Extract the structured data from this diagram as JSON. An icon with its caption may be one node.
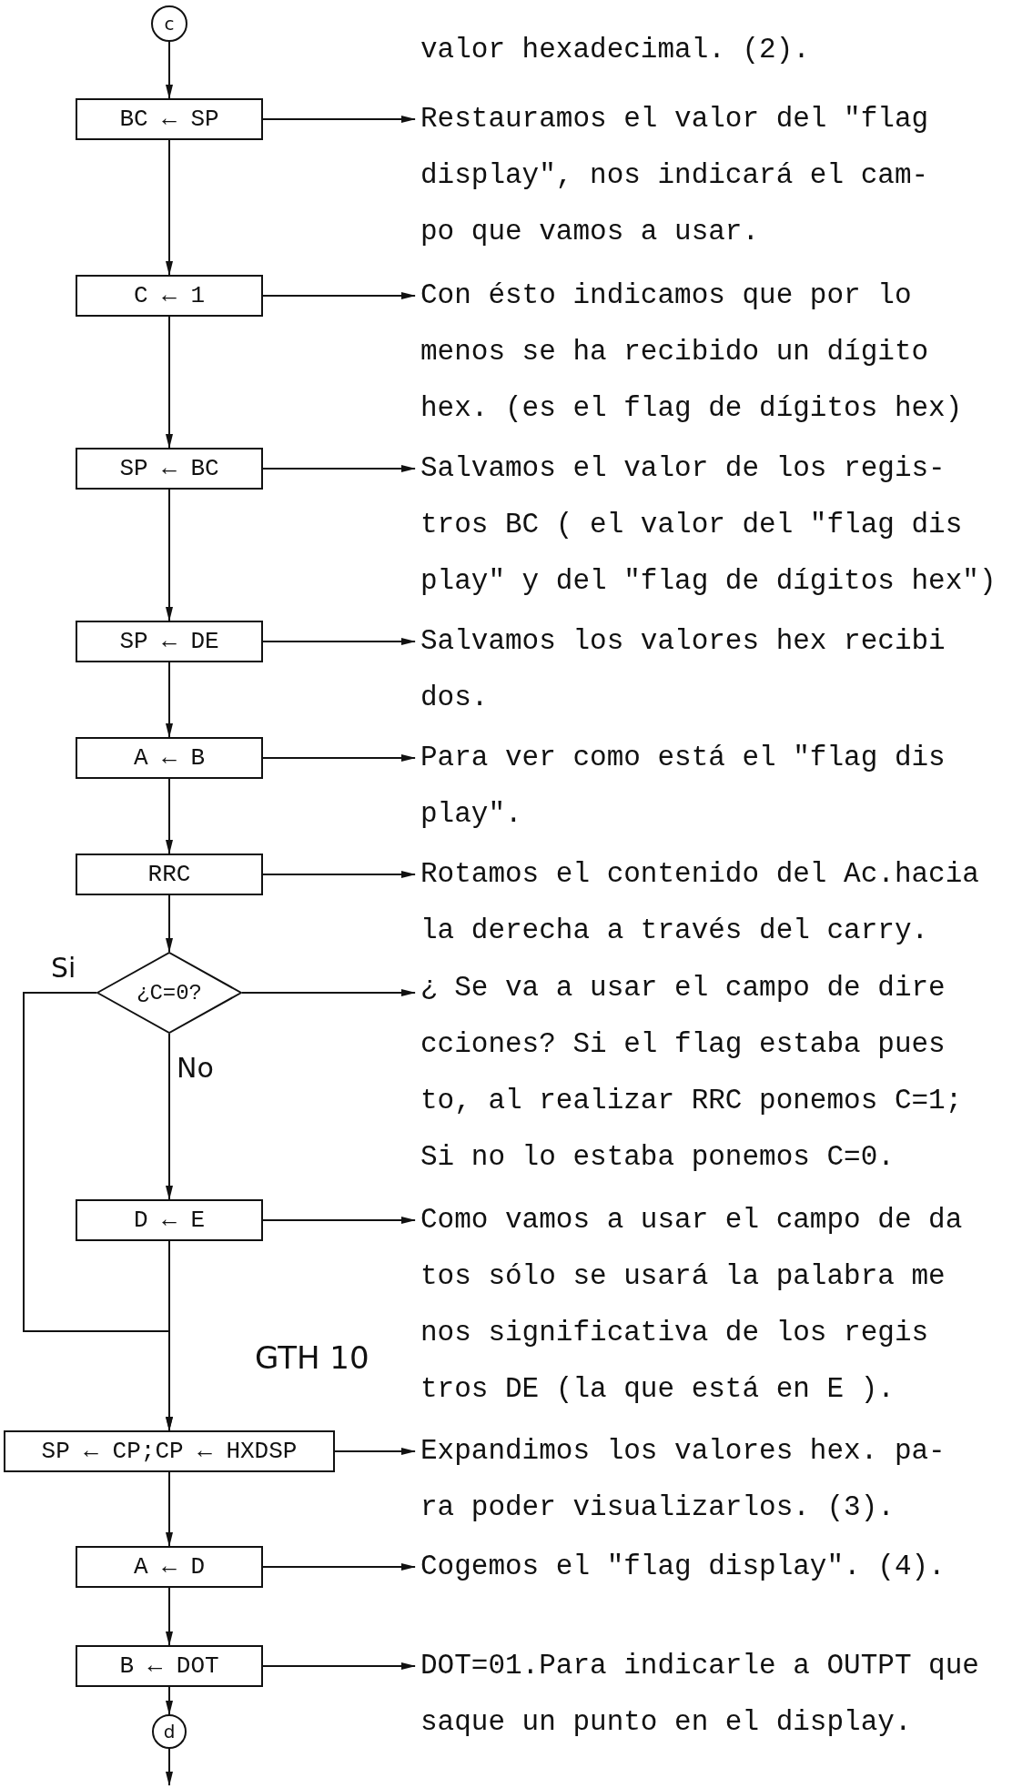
{
  "diagram": {
    "nodes": [
      {
        "text": [
          "c"
        ]
      },
      {
        "text": [
          "BC ← SP"
        ]
      },
      {
        "text": [
          "Restauramos el valor del \"flag display\", nos indicará el cam- po que vamos a usar."
        ]
      },
      {
        "text": [
          "C ← 1"
        ]
      },
      {
        "text": [
          "Con ésto indicamos que por lo menos se ha recibido un dígito hex. (es el flag de dígitos hex)"
        ]
      },
      {
        "text": [
          "SP ← BC"
        ]
      },
      {
        "text": [
          "Salvamos el valor de los regis- tros BC ( el valor del \"flag dis play\" y del \"flag de dígitos hex\")"
        ]
      },
      {
        "text": [
          "SP ← DE"
        ]
      },
      {
        "text": [
          "Salvamos los valores hex recibi dos."
        ]
      },
      {
        "text": [
          "A ← B"
        ]
      },
      {
        "text": [
          "Para ver como está el \"flag dis play\"."
        ]
      },
      {
        "text": [
          "RRC"
        ]
      },
      {
        "text": [
          "Rotamos el contenido del Ac.hacia la derecha a través del carry."
        ]
      },
      {
        "text": [
          "¿C=0?"
        ]
      },
      {
        "text": [
          "¿ Se va a usar el campo de dire cciones? Si el flag estaba pues to, al realizar RRC ponemos C=1; Si no lo estaba ponemos C=0."
        ]
      },
      {
        "text": [
          "D ← E"
        ]
      },
      {
        "text": [
          "Como vamos a usar el campo de da tos sólo se usará la palabra me nos significativa de los regis tros DE (la que está en E )."
        ]
      },
      {
        "text": [
          "SP ← CP;CP ← HXDSP"
        ]
      },
      {
        "text": [
          "Expandimos los valores hex. pa- ra poder visualizarlos. (3)."
        ]
      },
      {
        "text": [
          "A ← D"
        ]
      },
      {
        "text": [
          "Cogemos el \"flag display\". (4)."
        ]
      },
      {
        "text": [
          "B ← DOT"
        ]
      },
      {
        "text": [
          "DOT=01.Para indicarle a OUTPT que saque un punto en el display."
        ]
      },
      {
        "text": [
          "d"
        ]
      }
    ],
    "edges": [
      {
        "from": 0,
        "to": 1,
        "arrow": "to"
      },
      {
        "from": 1,
        "to": 2,
        "arrow": "to"
      },
      {
        "from": 1,
        "to": 3,
        "arrow": "to"
      },
      {
        "from": 3,
        "to": 4,
        "arrow": "to"
      },
      {
        "from": 3,
        "to": 5,
        "arrow": "to"
      },
      {
        "from": 5,
        "to": 6,
        "arrow": "to"
      },
      {
        "from": 5,
        "to": 7,
        "arrow": "to"
      },
      {
        "from": 7,
        "to": 8,
        "arrow": "to"
      },
      {
        "from": 7,
        "to": 9,
        "arrow": "to"
      },
      {
        "from": 9,
        "to": 10,
        "arrow": "to"
      },
      {
        "from": 9,
        "to": 11,
        "arrow": "to"
      },
      {
        "from": 11,
        "to": 12,
        "arrow": "to"
      },
      {
        "from": 11,
        "to": 13,
        "arrow": "to"
      },
      {
        "from": 13,
        "to": 14,
        "arrow": "to"
      },
      {
        "from": 13,
        "to": 17,
        "arrow": "to",
        "label": "Si"
      },
      {
        "from": 13,
        "to": 15,
        "arrow": "to",
        "label": "No"
      },
      {
        "from": 15,
        "to": 16,
        "arrow": "to"
      },
      {
        "from": 15,
        "to": 17,
        "arrow": "to"
      },
      {
        "from": 17,
        "to": 18,
        "arrow": "to"
      },
      {
        "from": 17,
        "to": 19,
        "arrow": "to"
      },
      {
        "from": 19,
        "to": 20,
        "arrow": "to"
      },
      {
        "from": 19,
        "to": 21,
        "arrow": "to"
      },
      {
        "from": 21,
        "to": 22,
        "arrow": "to"
      },
      {
        "from": 21,
        "to": 23,
        "arrow": "to"
      },
      {
        "from": 23,
        "to": null,
        "arrow": "to"
      }
    ],
    "labels": [
      "valor hexadecimal. (2).",
      "GTH 10"
    ]
  }
}
